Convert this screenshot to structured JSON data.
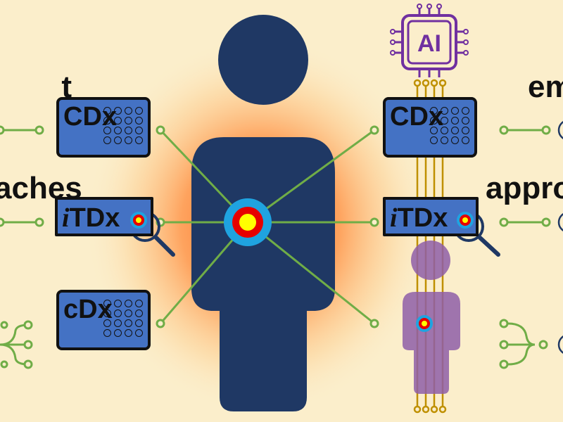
{
  "headings": {
    "left_line1": "t",
    "left_line2": "aches",
    "right_line1": "em",
    "right_line2": "appro"
  },
  "boxes": {
    "cdx_upper": "CDx",
    "itdx_prefix": "i",
    "itdx_suffix": "TDx",
    "cdx_lower": "cDx"
  },
  "chip": {
    "label": "AI"
  },
  "colors": {
    "background": "#fbeecb",
    "glow": "#ff6a1a",
    "person": "#1f3864",
    "box": "#4472c4",
    "line": "#70ad47",
    "target_outer": "#1fa3e0",
    "target_ring": "#e60000",
    "target_center": "#ffff00",
    "ai_purple": "#7030a0",
    "wire_gold": "#bf9000",
    "small_person": "#8e5ea8"
  }
}
